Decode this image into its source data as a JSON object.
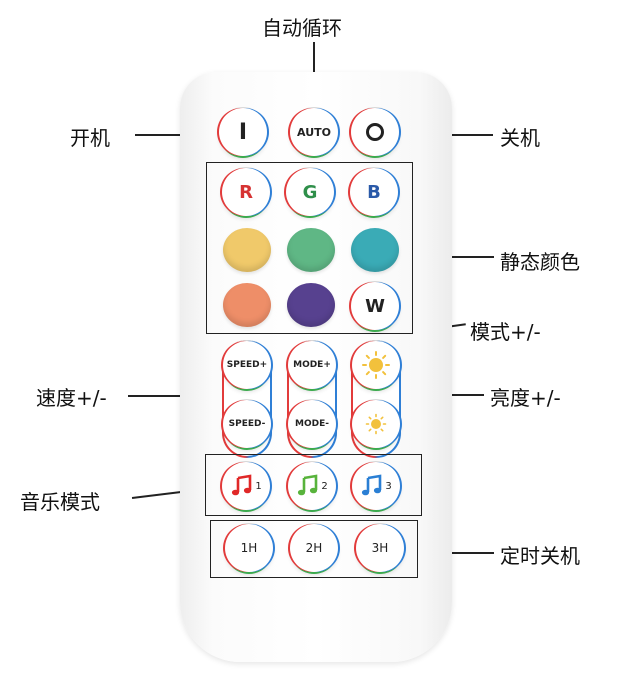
{
  "labels": {
    "auto_cycle": "自动循环",
    "power_on": "开机",
    "power_off": "关机",
    "static_color": "静态颜色",
    "mode_pm": "模式+/-",
    "speed_pm": "速度+/-",
    "brightness_pm": "亮度+/-",
    "music_mode": "音乐模式",
    "timer_off": "定时关机"
  },
  "buttons": {
    "on": "I",
    "auto": "AUTO",
    "r": "R",
    "g": "G",
    "b": "B",
    "w": "W",
    "speed_up": "SPEED+",
    "speed_down": "SPEED-",
    "mode_up": "MODE+",
    "mode_down": "MODE-",
    "music1": "1",
    "music2": "2",
    "music3": "3",
    "timer1": "1H",
    "timer2": "2H",
    "timer3": "3H"
  },
  "colors": {
    "letter_r": "#d63333",
    "letter_g": "#2f8f4a",
    "letter_b": "#2a59a8",
    "swatch_yellow": "#f0c96a",
    "swatch_green": "#5fb785",
    "swatch_teal": "#3aabb6",
    "swatch_orange": "#ee8e68",
    "swatch_purple": "#57418f",
    "note_red": "#e02828",
    "note_green": "#58b33c",
    "note_blue": "#2a7fd4",
    "sun": "#f2c13c"
  }
}
